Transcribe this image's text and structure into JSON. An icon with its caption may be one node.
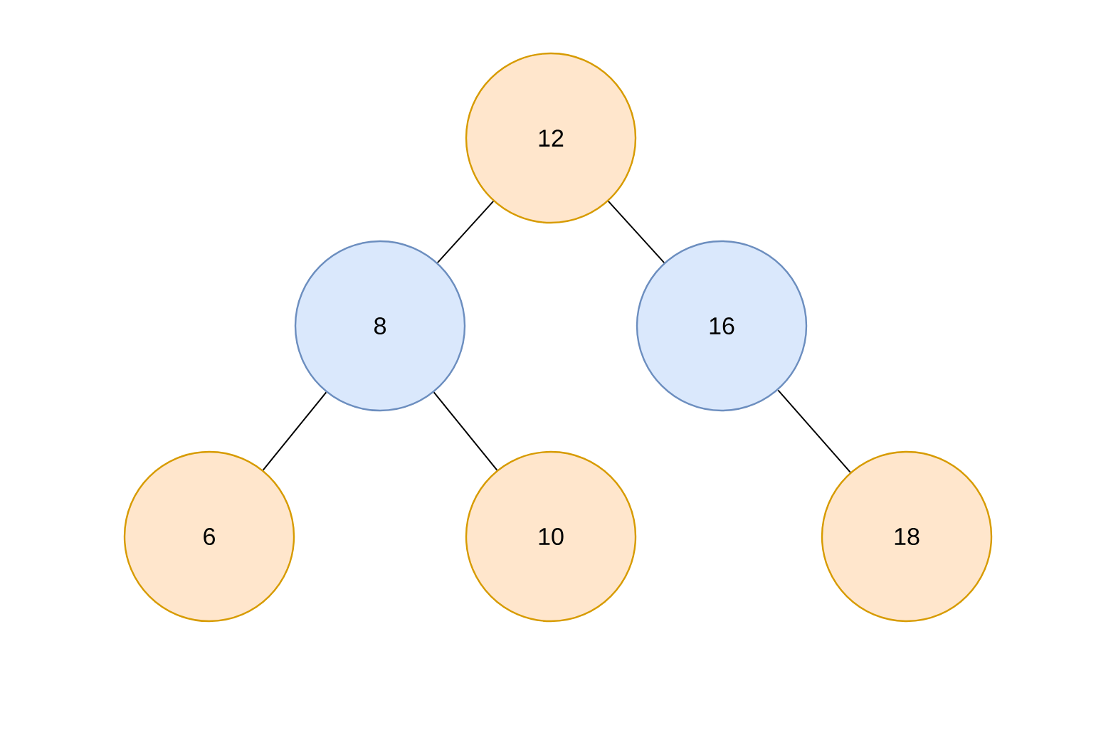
{
  "diagram": {
    "nodes": [
      {
        "text": [
          "12"
        ]
      },
      {
        "text": [
          "8"
        ]
      },
      {
        "text": [
          "16"
        ]
      },
      {
        "text": [
          "6"
        ]
      },
      {
        "text": [
          "10"
        ]
      },
      {
        "text": [
          "18"
        ]
      }
    ],
    "edges": [
      {
        "from": 0,
        "to": 1,
        "arrow": "none"
      },
      {
        "from": 0,
        "to": 2,
        "arrow": "none"
      },
      {
        "from": 1,
        "to": 3,
        "arrow": "none"
      },
      {
        "from": 1,
        "to": 4,
        "arrow": "none"
      },
      {
        "from": 2,
        "to": 5,
        "arrow": "none"
      }
    ]
  }
}
